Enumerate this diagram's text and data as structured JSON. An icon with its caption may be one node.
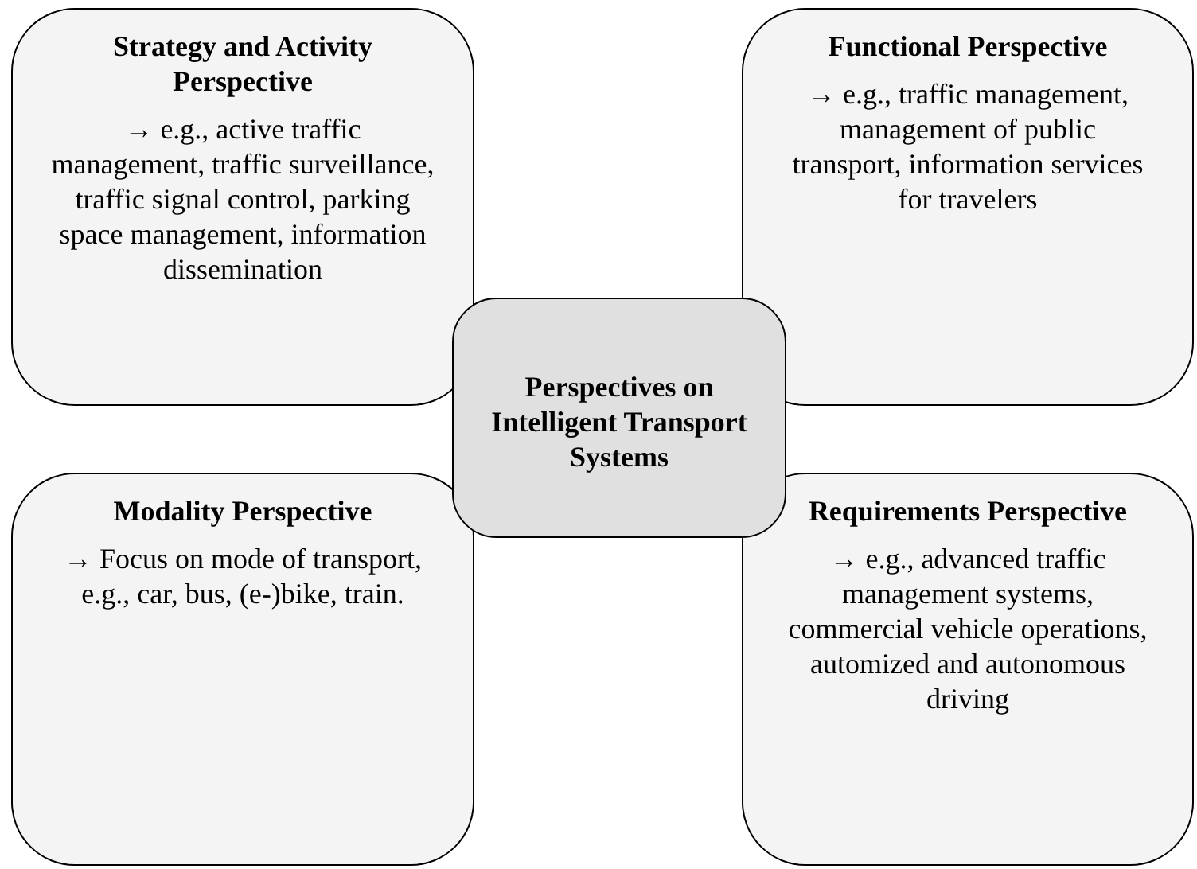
{
  "diagram": {
    "nodes": [
      {
        "text": [
          "Strategy and Activity Perspective",
          "→ e.g., active traffic management, traffic surveillance, traffic signal control, parking space management, information dissemination"
        ]
      },
      {
        "text": [
          "Functional Perspective",
          "→ e.g., traffic management, management of public transport, information services for travelers"
        ]
      },
      {
        "text": [
          "Perspectives on Intelligent Transport Systems"
        ]
      },
      {
        "text": [
          "Modality Perspective",
          "→ Focus on mode of transport, e.g., car, bus, (e-)bike, train."
        ]
      },
      {
        "text": [
          "Requirements Perspective",
          "→ e.g., advanced traffic management systems, commercial vehicle operations, automized and autonomous driving"
        ]
      }
    ]
  }
}
